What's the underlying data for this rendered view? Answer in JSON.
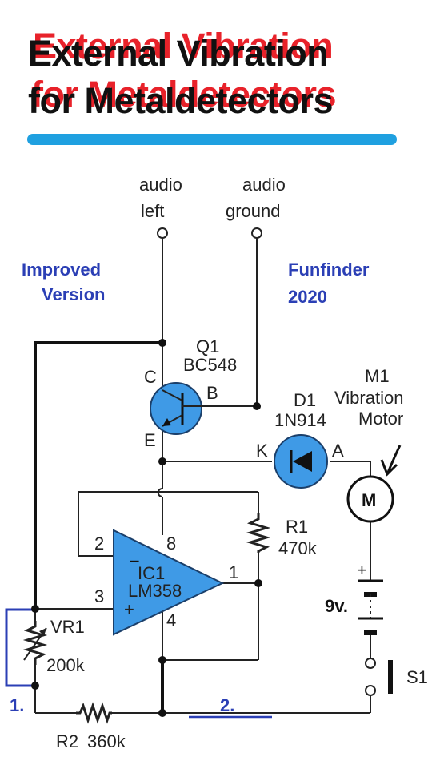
{
  "title": {
    "line1": "External Vibration",
    "line2": "for Metaldetectors",
    "bar_color": "#1fa0e0",
    "shadow_color": "#e8222a"
  },
  "notes": {
    "improved_1": "Improved",
    "improved_2": "Version",
    "funfinder_1": "Funfinder",
    "funfinder_2": "2020",
    "mark_1": "1.",
    "mark_2": "2.",
    "accent_color": "#2b3fb5"
  },
  "terminals": {
    "audio_left_1": "audio",
    "audio_left_2": "left",
    "audio_ground_1": "audio",
    "audio_ground_2": "ground"
  },
  "q1": {
    "ref": "Q1",
    "part": "BC548",
    "pin_c": "C",
    "pin_b": "B",
    "pin_e": "E"
  },
  "d1": {
    "ref": "D1",
    "part": "1N914",
    "pin_k": "K",
    "pin_a": "A"
  },
  "m1": {
    "ref": "M1",
    "line2": "Vibration",
    "line3": "Motor",
    "symbol": "M"
  },
  "ic1": {
    "ref": "IC1",
    "part": "LM358",
    "pin2": "2",
    "pin3": "3",
    "pin8": "8",
    "pin4": "4",
    "pin1": "1",
    "minus": "–",
    "plus": "+"
  },
  "r1": {
    "ref": "R1",
    "value": "470k"
  },
  "vr1": {
    "ref": "VR1",
    "value": "200k"
  },
  "r2": {
    "ref": "R2",
    "value": "360k"
  },
  "battery": {
    "value": "9v."
  },
  "s1": {
    "ref": "S1"
  }
}
